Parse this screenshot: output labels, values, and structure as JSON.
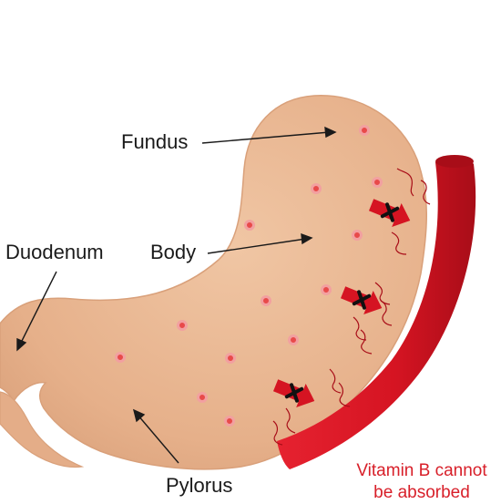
{
  "labels": {
    "fundus": "Fundus",
    "body": "Body",
    "duodenum": "Duodenum",
    "pylorus": "Pylorus"
  },
  "caption": {
    "line1": "Vitamin B cannot",
    "line2": "be absorbed"
  },
  "colors": {
    "stomach": "#e9b792",
    "stomach_edge": "#d9a07a",
    "blood_vessel": "#d51422",
    "blood_vessel_dark": "#a80d18",
    "dot": "#e84a4a",
    "arrow": "#d51422",
    "cross": "#111111",
    "caption_text": "#d8202a",
    "label_text": "#1a1a1a"
  },
  "icons": {
    "blocked_arrow": "red-arrow-with-black-cross",
    "dot": "red-vitamin-dot"
  }
}
